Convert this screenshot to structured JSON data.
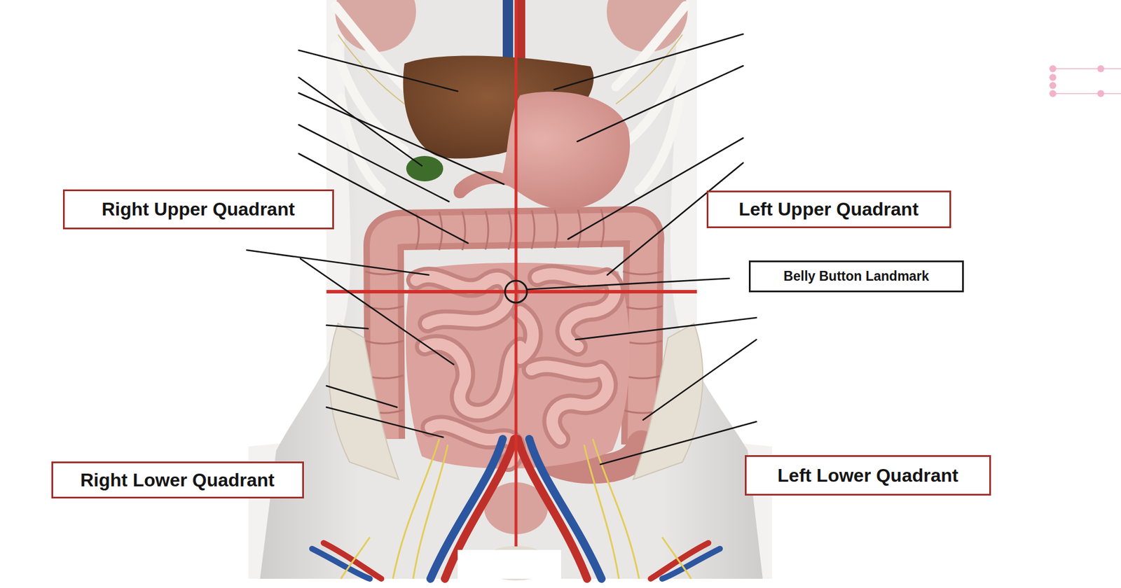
{
  "diagram": {
    "nodes": [
      {
        "text": [
          "Right Upper Quadrant"
        ]
      },
      {
        "text": [
          "Left Upper Quadrant"
        ]
      },
      {
        "text": [
          "Belly Button Landmark"
        ]
      },
      {
        "text": [
          "Right Lower Quadrant"
        ]
      },
      {
        "text": [
          "Left Lower Quadrant"
        ]
      }
    ]
  }
}
